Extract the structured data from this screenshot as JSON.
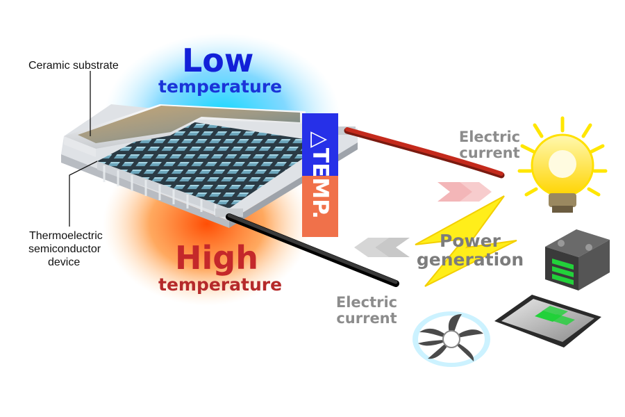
{
  "labels": {
    "ceramic_substrate": "Ceramic substrate",
    "thermo_line1": "Thermoelectric",
    "thermo_line2": "semiconductor",
    "thermo_line3": "device",
    "low_title": "Low",
    "low_sub": "temperature",
    "high_title": "High",
    "high_sub": "temperature",
    "delta_temp": "△TEMP.",
    "current_top_1": "Electric",
    "current_top_2": "current",
    "current_bottom_1": "Electric",
    "current_bottom_2": "current",
    "power_1": "Power",
    "power_2": "generation"
  },
  "icons": [
    "light-bulb-icon",
    "battery-icon",
    "solar-panel-icon",
    "cooling-fan-icon"
  ],
  "colors": {
    "cold": "#1220d8",
    "hot": "#c4282a",
    "bolt": "#ffe800",
    "battery_bars": "#22d13a",
    "wire_red": "#c42a1c",
    "wire_black": "#202020"
  }
}
